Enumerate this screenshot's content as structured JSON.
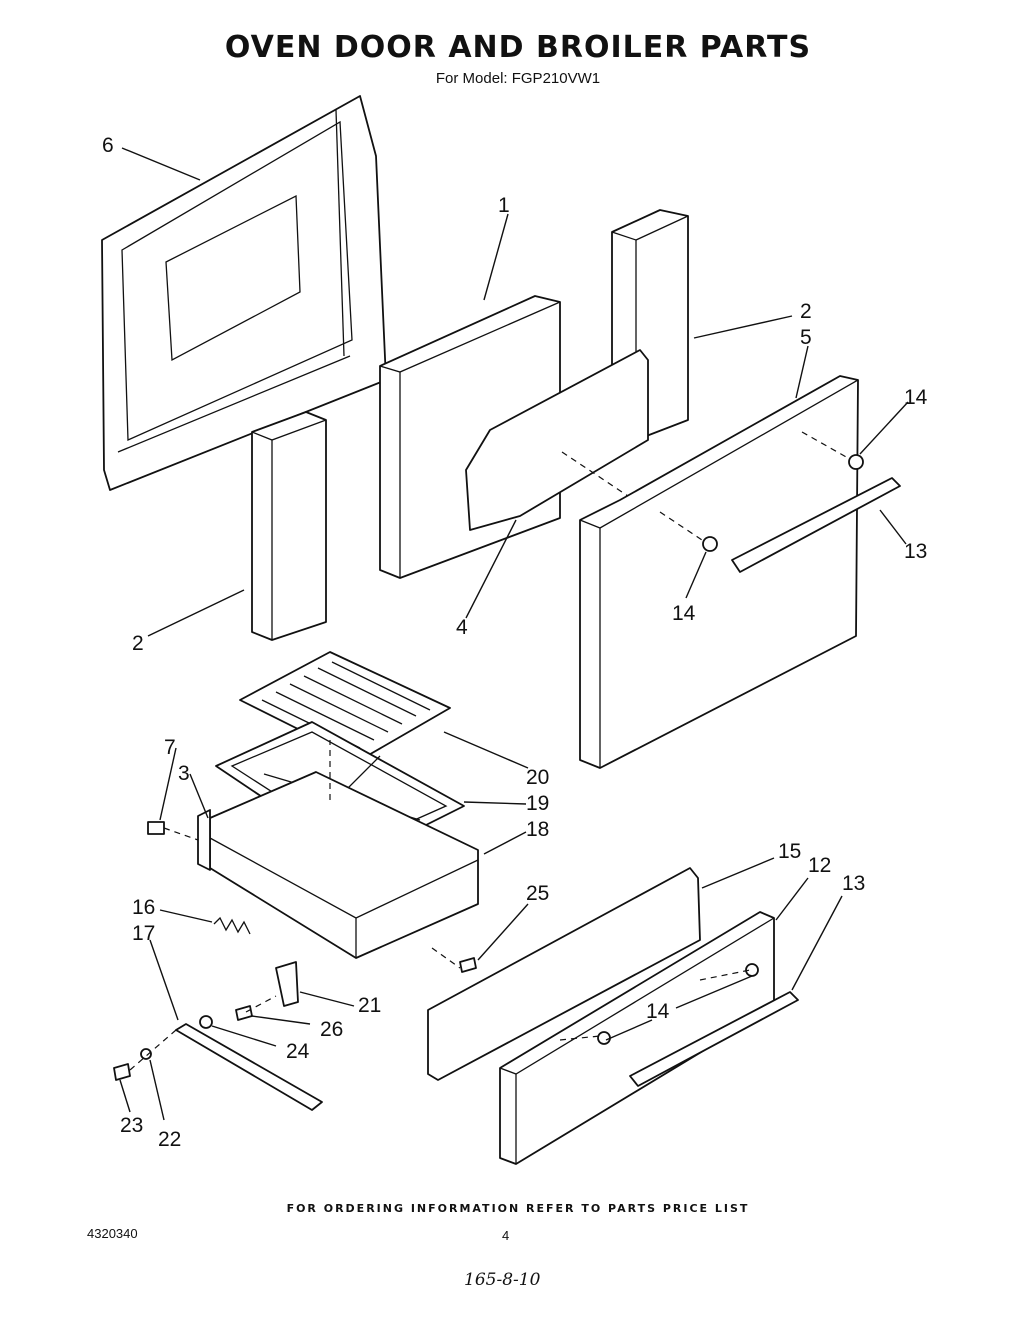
{
  "header": {
    "title": "OVEN DOOR AND BROILER PARTS",
    "model": "For Model: FGP210VW1"
  },
  "callouts": {
    "c1": "1",
    "c2a": "2",
    "c2b": "2",
    "c3": "3",
    "c4": "4",
    "c5": "5",
    "c6": "6",
    "c7": "7",
    "c12": "12",
    "c13a": "13",
    "c13b": "13",
    "c14a": "14",
    "c14b": "14",
    "c14c": "14",
    "c15": "15",
    "c16": "16",
    "c17": "17",
    "c18": "18",
    "c19": "19",
    "c20": "20",
    "c21": "21",
    "c22": "22",
    "c23": "23",
    "c24": "24",
    "c25": "25",
    "c26": "26"
  },
  "footer": {
    "ordering_note": "FOR ORDERING INFORMATION REFER TO PARTS PRICE LIST",
    "doc_number": "4320340",
    "page_number": "4",
    "handwritten_note": "165-8-10"
  }
}
